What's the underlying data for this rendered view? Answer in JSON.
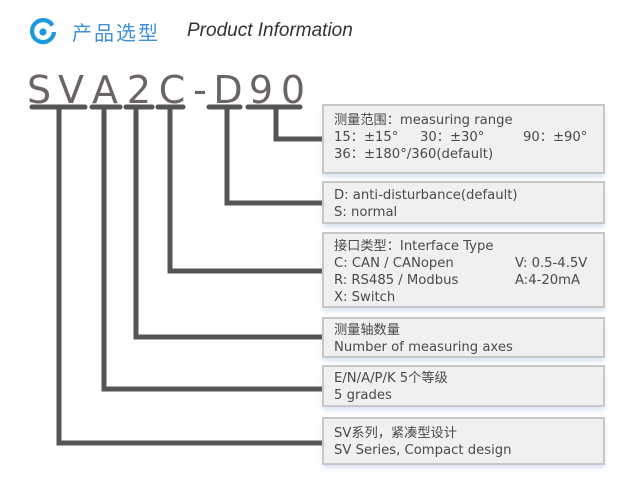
{
  "header": {
    "logo_icon": "ring-dot-icon",
    "title_cn": "产品选型",
    "title_en": "Product Information",
    "accent_color": "#1a9be0"
  },
  "code": {
    "characters": [
      "S",
      "V",
      "A",
      "2",
      "C",
      "-",
      "D",
      "9",
      "0"
    ]
  },
  "boxes": [
    {
      "id": "measuring-range",
      "lines": [
        [
          "测量范围：measuring range"
        ],
        [
          "15：±15°",
          "30：±30°",
          "90：±90°"
        ],
        [
          "36：±180°/360(default)"
        ]
      ]
    },
    {
      "id": "anti-disturbance",
      "lines": [
        [
          "D: anti-disturbance(default)"
        ],
        [
          "S: normal"
        ]
      ]
    },
    {
      "id": "interface-type",
      "lines": [
        [
          "接口类型：Interface Type"
        ],
        [
          "C: CAN / CANopen",
          "V: 0.5-4.5V"
        ],
        [
          "R: RS485 / Modbus",
          "A:4-20mA"
        ],
        [
          "X: Switch"
        ]
      ]
    },
    {
      "id": "measuring-axes",
      "lines": [
        [
          "测量轴数量"
        ],
        [
          "Number of measuring axes"
        ]
      ]
    },
    {
      "id": "grades",
      "lines": [
        [
          "E/N/A/P/K 5个等级"
        ],
        [
          "5 grades"
        ]
      ]
    },
    {
      "id": "series",
      "lines": [
        [
          "SV系列，紧凑型设计"
        ],
        [
          "SV Series, Compact design"
        ]
      ]
    }
  ]
}
